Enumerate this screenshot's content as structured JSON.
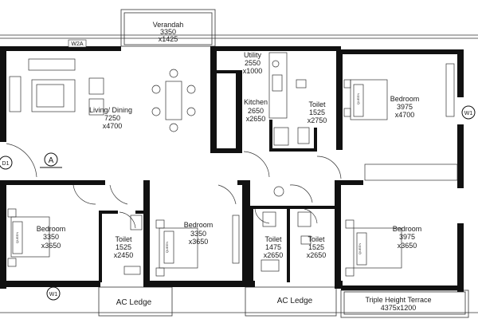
{
  "rooms": {
    "verandah": {
      "name": "Verandah",
      "dim1": "3350",
      "dim2": "x1425"
    },
    "living": {
      "name": "Living/ Dining",
      "dim1": "7250",
      "dim2": "x4700"
    },
    "utility": {
      "name": "Utility",
      "dim1": "2550",
      "dim2": "x1000"
    },
    "kitchen": {
      "name": "Kitchen",
      "dim1": "2650",
      "dim2": "x2650"
    },
    "toilet_k": {
      "name": "Toilet",
      "dim1": "1525",
      "dim2": "x2750"
    },
    "bedroom_ne": {
      "name": "Bedroom",
      "dim1": "3975",
      "dim2": "x4700"
    },
    "bedroom_sw": {
      "name": "Bedroom",
      "dim1": "3350",
      "dim2": "x3650"
    },
    "toilet_sw": {
      "name": "Toilet",
      "dim1": "1525",
      "dim2": "x2450"
    },
    "bedroom_sc": {
      "name": "Bedroom",
      "dim1": "3350",
      "dim2": "x3650"
    },
    "toilet_sc": {
      "name": "Toilet",
      "dim1": "1475",
      "dim2": "x2650"
    },
    "toilet_se": {
      "name": "Toilet",
      "dim1": "1525",
      "dim2": "x2650"
    },
    "bedroom_se": {
      "name": "Bedroom",
      "dim1": "3975",
      "dim2": "x3650"
    }
  },
  "ledges": {
    "ac_left": "AC Ledge",
    "ac_right": "AC Ledge",
    "terrace_name": "Triple Height Terrace",
    "terrace_dim": "4375x1200"
  },
  "tags": {
    "window_w2a": "W2A",
    "window_w1_right": "W1",
    "window_w1_bottom": "W1",
    "door_d1": "D1",
    "section_a": "A"
  },
  "bed_label": "QUEEN"
}
